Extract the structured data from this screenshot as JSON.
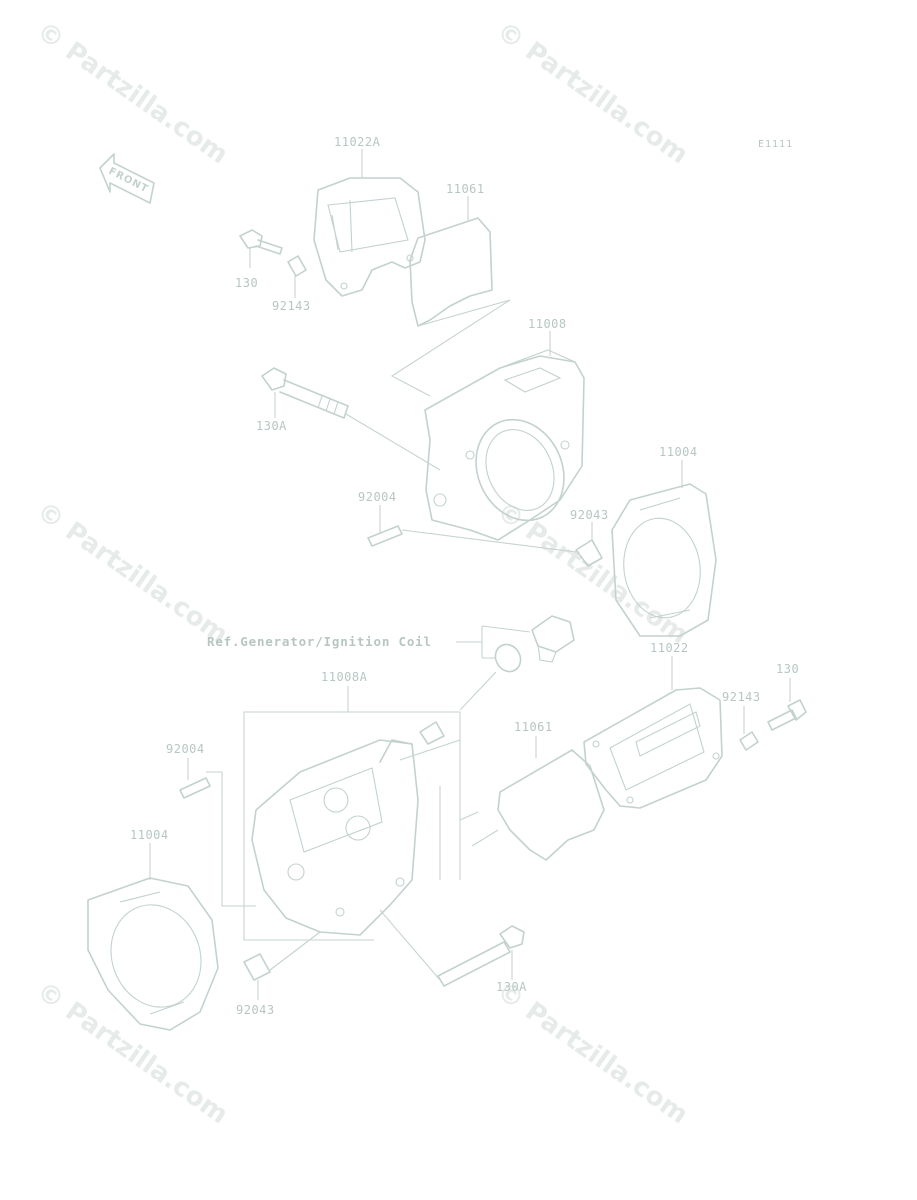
{
  "diagram": {
    "code": "E1111",
    "front_arrow_label": "FRONT",
    "reference_note": "Ref.Generator/Ignition Coil",
    "watermark_text": "© Partzilla.com",
    "parts": {
      "cover_top": "11022A",
      "gasket_top": "11061",
      "bolt_top": "130",
      "collar_top": "92143",
      "cylinder_head_top": "11008",
      "stud_bolt_top": "130A",
      "stud_top": "92004",
      "dowel_top": "92043",
      "head_gasket_right": "11004",
      "cylinder_head_bottom": "11008A",
      "cover_right": "11022",
      "bolt_right": "130",
      "collar_right": "92143",
      "gasket_bottom": "11061",
      "stud_bottom": "92004",
      "head_gasket_left": "11004",
      "dowel_bottom": "92043",
      "stud_bolt_bottom": "130A"
    }
  },
  "colors": {
    "lines": "#c3d2cc",
    "text": "#b7c7c0",
    "watermark": "#e6ebea"
  }
}
